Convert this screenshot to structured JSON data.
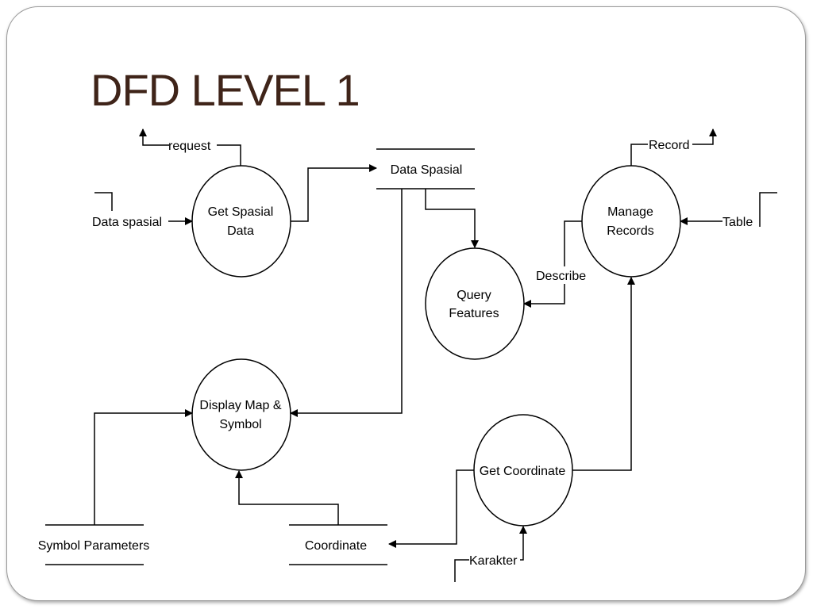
{
  "slide": {
    "title": "DFD LEVEL 1"
  },
  "processes": {
    "get_spasial_data": [
      "Get Spasial",
      "Data"
    ],
    "query_features": [
      "Query",
      "Features"
    ],
    "manage_records": [
      "Manage",
      "Records"
    ],
    "display_map_symbol": [
      "Display Map &",
      "Symbol"
    ],
    "get_coordinate": [
      "Get Coordinate"
    ]
  },
  "data_stores": {
    "data_spasial": "Data Spasial",
    "symbol_parameters": "Symbol Parameters",
    "coordinate": "Coordinate"
  },
  "flow_labels": {
    "request": "request",
    "data_spasial_in": "Data spasial",
    "record": "Record",
    "table": "Table",
    "describe": "Describe",
    "karakter": "Karakter"
  },
  "colors": {
    "title": "#3f2419",
    "lines": "#000000",
    "frame_border": "#9a9a9a"
  }
}
